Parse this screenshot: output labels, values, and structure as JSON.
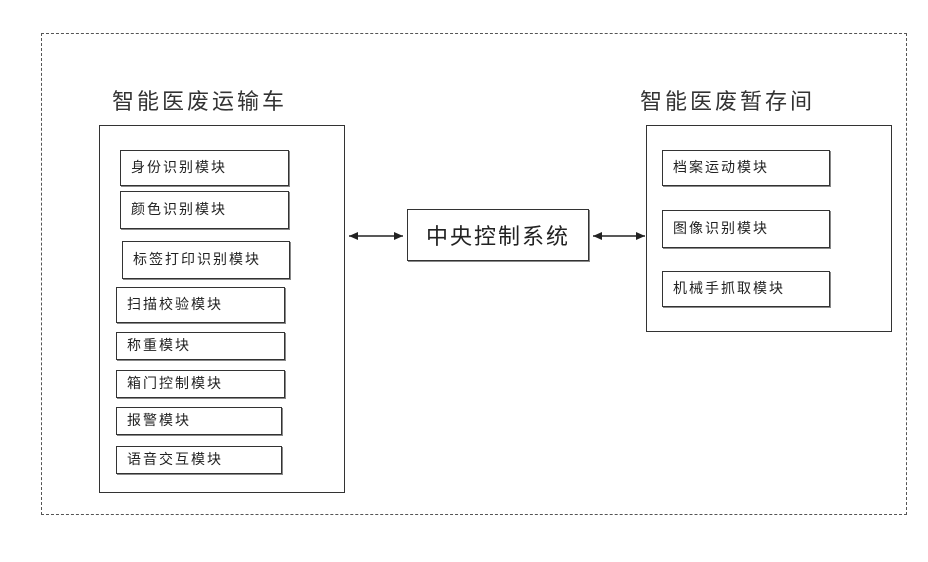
{
  "diagram": {
    "left_group": {
      "title": "智能医废运输车",
      "modules": [
        "身份识别模块",
        "颜色识别模块",
        "标签打印识别模块",
        "扫描校验模块",
        "称重模块",
        "箱门控制模块",
        "报警模块",
        "语音交互模块"
      ]
    },
    "center": "中央控制系统",
    "right_group": {
      "title": "智能医废暂存间",
      "modules": [
        "档案运动模块",
        "图像识别模块",
        "机械手抓取模块"
      ]
    }
  }
}
